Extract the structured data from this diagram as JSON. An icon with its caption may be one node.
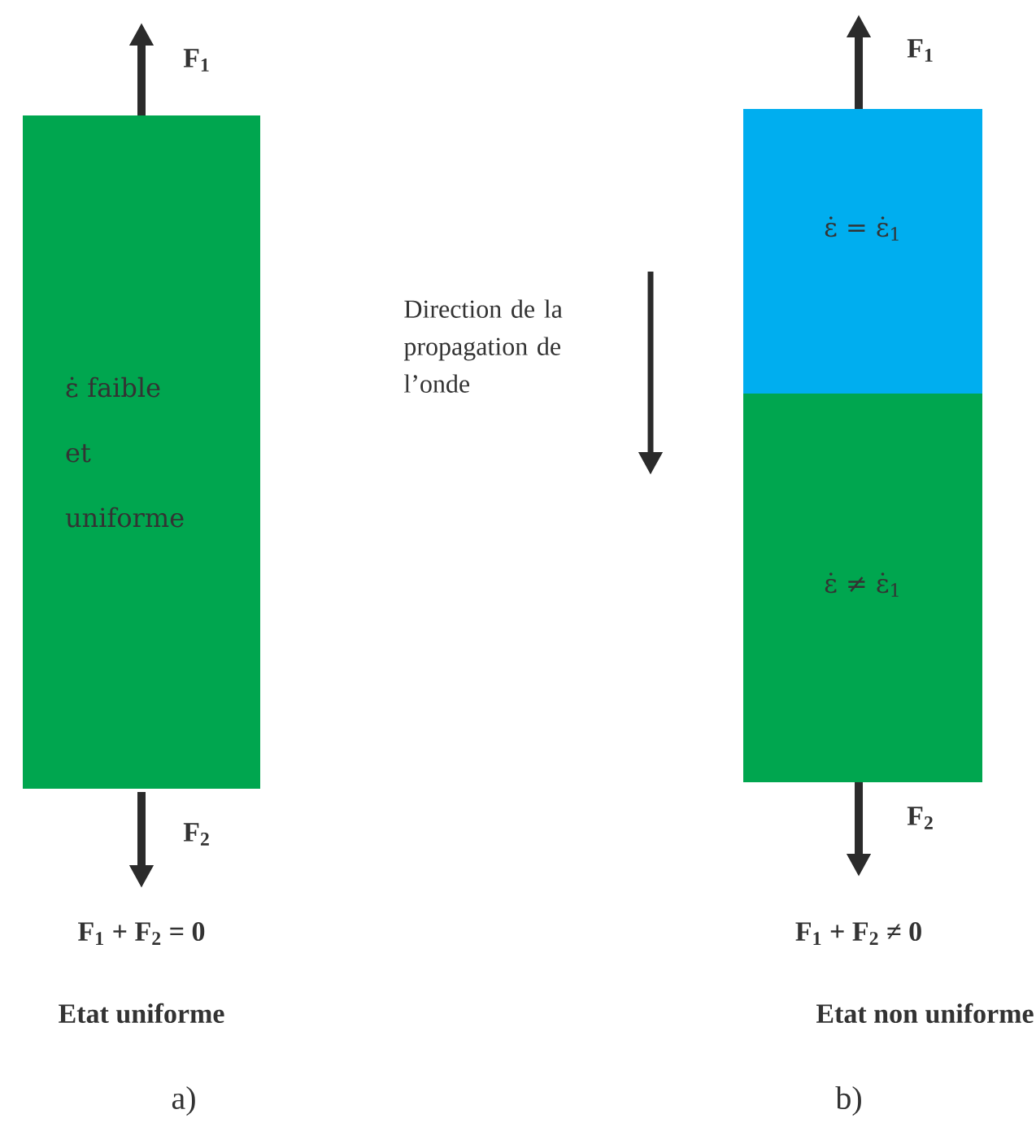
{
  "diagram": {
    "nodes": [
      {
        "text": [
          "ε̇ faible et uniforme"
        ]
      },
      {
        "text": [
          "ε̇ = ε̇$_{1}$"
        ]
      },
      {
        "text": [
          "ε̇ ≠ ε̇$_{1}$"
        ]
      }
    ],
    "labels": [
      "F$_{1}$",
      "F$_{2}$",
      "F$_{1}$ + F$_{2}$ = 0",
      "Etat uniforme",
      "a)",
      "Direction de la propagation de l’onde",
      "F$_{1}$",
      "F$_{2}$",
      "F$_{1}$ + F$_{2}$ ≠ 0",
      "Etat non uniforme",
      "b)"
    ]
  }
}
